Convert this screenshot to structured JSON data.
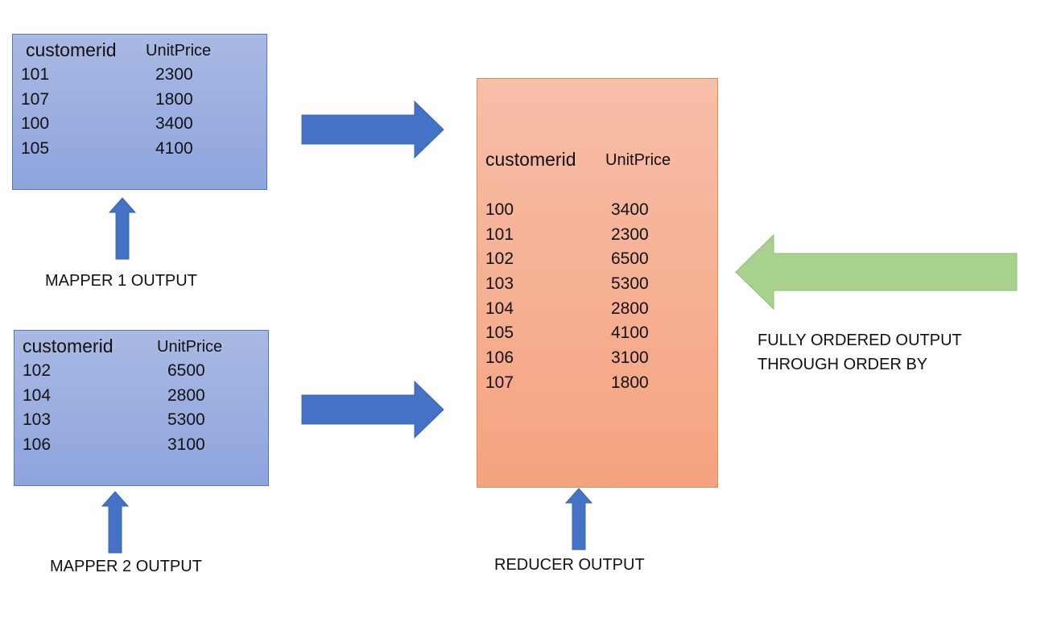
{
  "columns": {
    "customerid": "customerid",
    "unitprice": "UnitPrice"
  },
  "mapper1": {
    "label": "MAPPER 1 OUTPUT",
    "rows": [
      {
        "customerid": "101",
        "unitprice": "2300"
      },
      {
        "customerid": "107",
        "unitprice": "1800"
      },
      {
        "customerid": "100",
        "unitprice": "3400"
      },
      {
        "customerid": "105",
        "unitprice": "4100"
      }
    ]
  },
  "mapper2": {
    "label": "MAPPER 2 OUTPUT",
    "rows": [
      {
        "customerid": "102",
        "unitprice": "6500"
      },
      {
        "customerid": "104",
        "unitprice": "2800"
      },
      {
        "customerid": "103",
        "unitprice": "5300"
      },
      {
        "customerid": "106",
        "unitprice": "3100"
      }
    ]
  },
  "reducer": {
    "label": "REDUCER OUTPUT",
    "rows": [
      {
        "customerid": "100",
        "unitprice": "3400"
      },
      {
        "customerid": "101",
        "unitprice": "2300"
      },
      {
        "customerid": "102",
        "unitprice": "6500"
      },
      {
        "customerid": "103",
        "unitprice": "5300"
      },
      {
        "customerid": "104",
        "unitprice": "2800"
      },
      {
        "customerid": "105",
        "unitprice": "4100"
      },
      {
        "customerid": "106",
        "unitprice": "3100"
      },
      {
        "customerid": "107",
        "unitprice": "1800"
      }
    ]
  },
  "annotation": {
    "line1": "FULLY ORDERED OUTPUT",
    "line2": "THROUGH ORDER BY"
  },
  "colors": {
    "mapper_fill": "#9aaee0",
    "reducer_fill": "#f6b08f",
    "blue_arrow": "#4472c4",
    "green_arrow": "#a9d18e"
  }
}
